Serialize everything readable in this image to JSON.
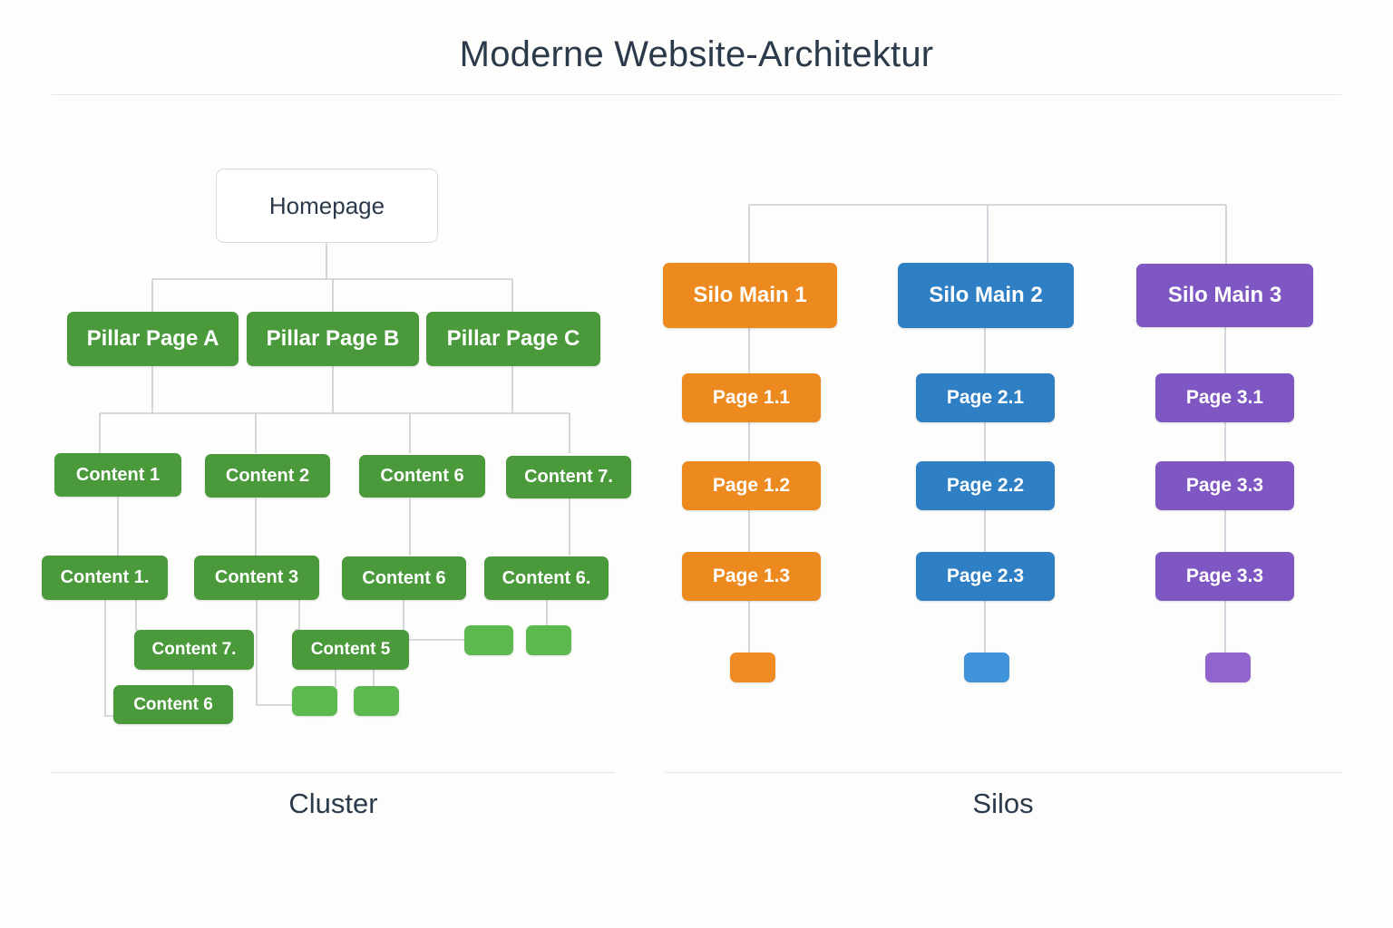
{
  "page": {
    "title": "Moderne Website-Architektur",
    "background_color": "#fdfdfc",
    "title_color": "#2b3a4a"
  },
  "palette": {
    "green": "#4a9a3c",
    "green_light": "#5cb84f",
    "orange": "#ed8a1f",
    "orange_light": "#f08a22",
    "blue": "#2e7fc4",
    "blue_light": "#3f93d8",
    "purple": "#7e57c2",
    "purple_light": "#9063cd",
    "connector": "#c9ccd1",
    "rule": "#e4e6e8",
    "root_border": "#d7dade"
  },
  "sections": [
    {
      "id": "cluster",
      "caption": "Cluster"
    },
    {
      "id": "silos",
      "caption": "Silos"
    }
  ],
  "cluster": {
    "caption": "Cluster",
    "root": {
      "label": "Homepage"
    },
    "pillars": [
      {
        "label": "Pillar Page A"
      },
      {
        "label": "Pillar Page B"
      },
      {
        "label": "Pillar Page C"
      }
    ],
    "row3": [
      {
        "label": "Content 1"
      },
      {
        "label": "Content 2"
      },
      {
        "label": "Content 6"
      },
      {
        "label": "Content 7."
      }
    ],
    "row4": [
      {
        "label": "Content 1."
      },
      {
        "label": "Content 3"
      },
      {
        "label": "Content 6"
      },
      {
        "label": "Content 6."
      }
    ],
    "row5": [
      {
        "label": "Content 7."
      },
      {
        "label": "Content 5"
      }
    ],
    "row6": [
      {
        "label": "Content 6"
      }
    ],
    "stub_count": 4
  },
  "silos": {
    "caption": "Silos",
    "columns": [
      {
        "color": "orange",
        "main": {
          "label": "Silo Main 1"
        },
        "pages": [
          {
            "label": "Page 1.1"
          },
          {
            "label": "Page 1.2"
          },
          {
            "label": "Page 1.3"
          }
        ]
      },
      {
        "color": "blue",
        "main": {
          "label": "Silo Main 2"
        },
        "pages": [
          {
            "label": "Page 2.1"
          },
          {
            "label": "Page 2.2"
          },
          {
            "label": "Page 2.3"
          }
        ]
      },
      {
        "color": "purple",
        "main": {
          "label": "Silo Main 3"
        },
        "pages": [
          {
            "label": "Page 3.1"
          },
          {
            "label": "Page 3.3"
          },
          {
            "label": "Page 3.3"
          }
        ]
      }
    ]
  }
}
